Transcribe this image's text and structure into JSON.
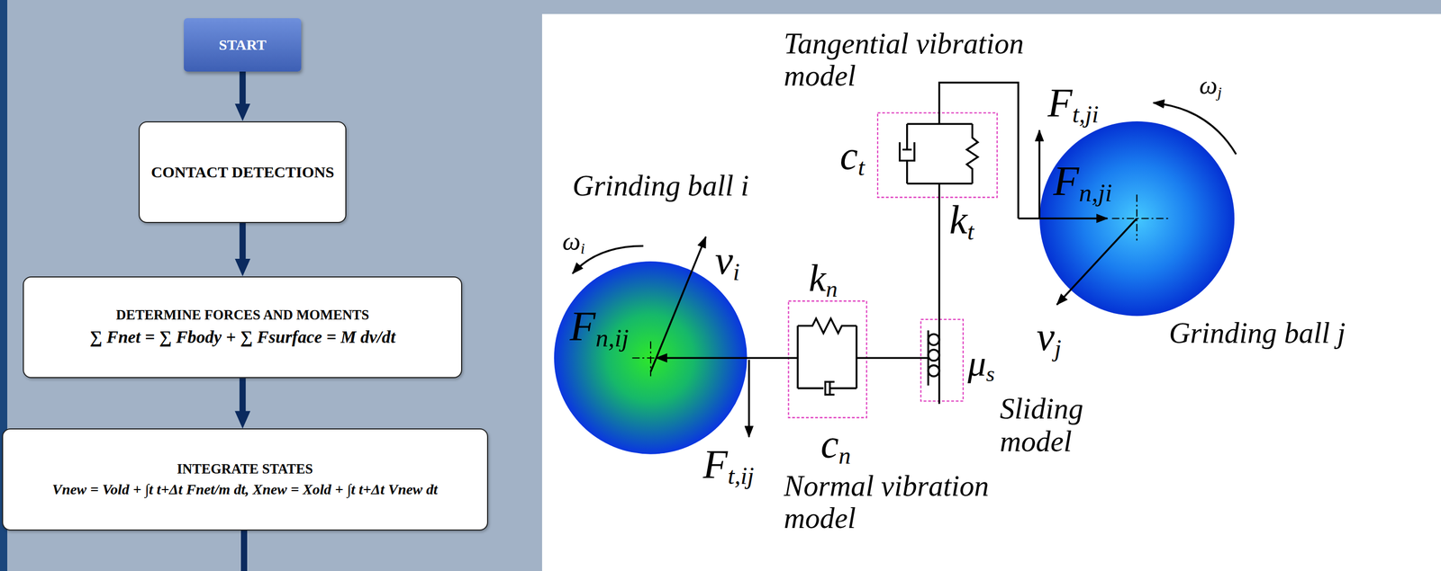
{
  "diagram": {
    "nodes": [
      {
        "text": [
          "START"
        ]
      },
      {
        "text": [
          "CONTACT DETECTIONS"
        ]
      },
      {
        "text": [
          "DETERMINE FORCES AND MOMENTS",
          "∑ Fnet = ∑ Fbody + ∑ Fsurface = M dv/dt"
        ]
      },
      {
        "text": [
          "INTEGRATE STATES",
          "Vnew = Vold + ∫t t+Δt Fnet/m dt, Xnew = Xold + ∫t t+Δt Vnew dt"
        ]
      },
      {
        "text": [
          "Grinding ball i",
          "Fn,ij"
        ]
      },
      {
        "text": [
          "Fn,ji",
          "Grinding ball j"
        ]
      }
    ],
    "edges": [
      {
        "from": 0,
        "to": 1,
        "arrow": "to"
      },
      {
        "from": 1,
        "to": 2,
        "arrow": "to"
      },
      {
        "from": 2,
        "to": 3,
        "arrow": "to"
      }
    ],
    "labels": [
      "Tangential vibration model",
      "ωj",
      "Ft,ji",
      "ct",
      "kt",
      "ωi",
      "vi",
      "kn",
      "μs",
      "vj",
      "Sliding model",
      "Ft,ij",
      "cn",
      "Normal vibration model"
    ]
  }
}
